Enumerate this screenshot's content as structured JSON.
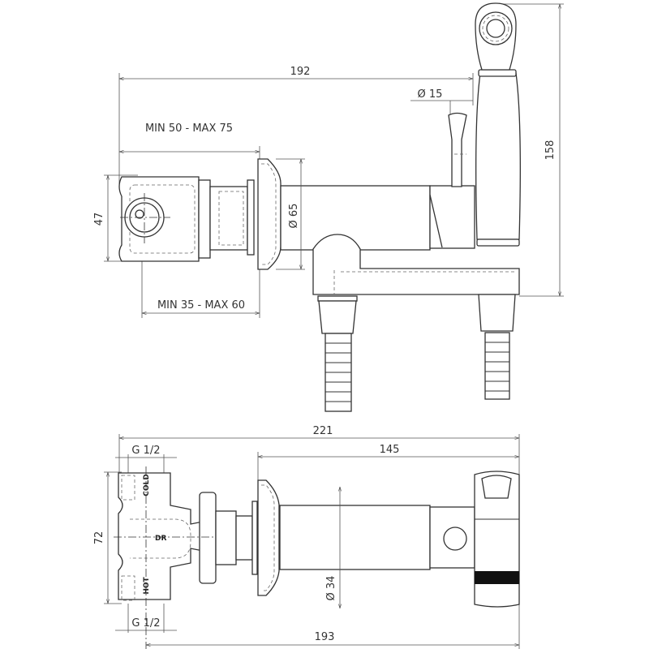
{
  "side_view": {
    "overall_length": "192",
    "lever_diameter": "Ø 15",
    "height": "158",
    "wall_depth_outer": "MIN 50 - MAX 75",
    "box_height": "47",
    "escutcheon_diameter": "Ø 65",
    "wall_depth_inner": "MIN 35 - MAX 60"
  },
  "top_view": {
    "overall_length": "221",
    "projection": "145",
    "thread_top": "G 1/2",
    "thread_bottom": "G 1/2",
    "box_width": "72",
    "body_diameter": "Ø 34",
    "length_from_axis": "193",
    "label_cold": "COLD",
    "label_hot": "HOT",
    "label_dr": "DR"
  }
}
